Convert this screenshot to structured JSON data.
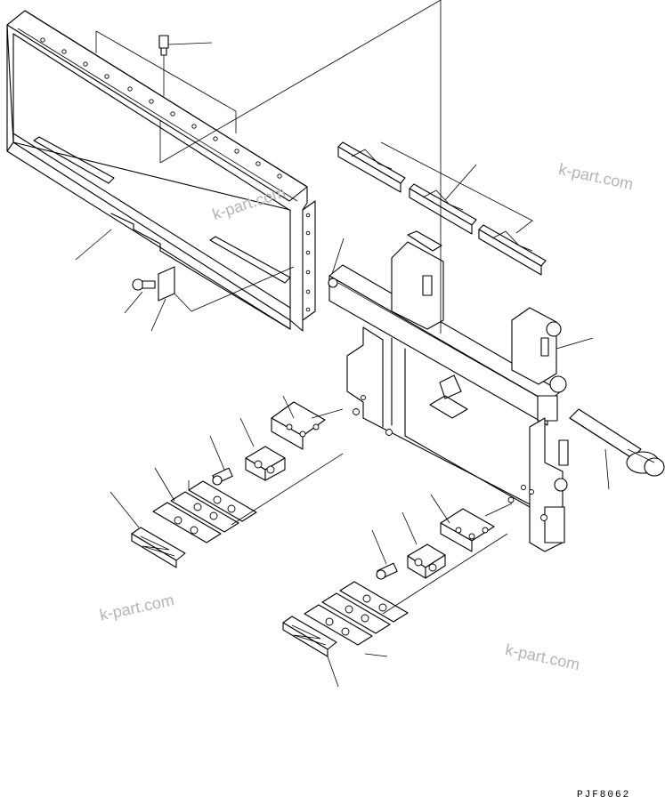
{
  "watermarks": [
    "k-part.com",
    "k-part.com",
    "k-part.com",
    "k-part.com"
  ],
  "drawing_code": "PJF8062",
  "colors": {
    "line": "#000000",
    "background": "#ffffff",
    "watermark": "#b4b4b4"
  }
}
